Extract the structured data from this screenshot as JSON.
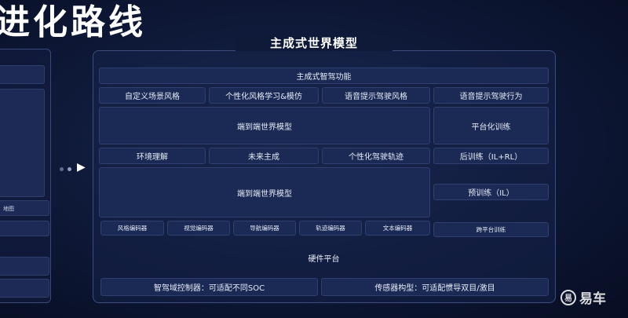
{
  "headline": "进化路线",
  "left_panel": {
    "map_label": "地图"
  },
  "main": {
    "title": "主成式世界模型",
    "function_header": "主成式智驾功能",
    "row1": [
      "自定义场景风格",
      "个性化风格学习&模仿",
      "语音提示驾驶风格",
      "语音提示驾驶行为"
    ],
    "e2e_top": "端到端世界模型",
    "platform_training": "平台化训练",
    "row3": [
      "环境理解",
      "未来主成",
      "个性化驾驶轨迹"
    ],
    "post_training": "后训练（IL+RL）",
    "e2e_bottom": "端到端世界模型",
    "pre_training": "预训练（IL）",
    "encoders": [
      "风格编码器",
      "视觉编码器",
      "导航编码器",
      "轨迹编码器",
      "文本编码器"
    ],
    "cross_platform": "跨平台训练",
    "hardware_platform": "硬件平台",
    "controller": "智驾域控制器：可适配不同SOC",
    "sensor_config": "传感器构型：可适配惯导双目/激目"
  },
  "watermark": {
    "logo_glyph": "易",
    "text": "易车"
  }
}
